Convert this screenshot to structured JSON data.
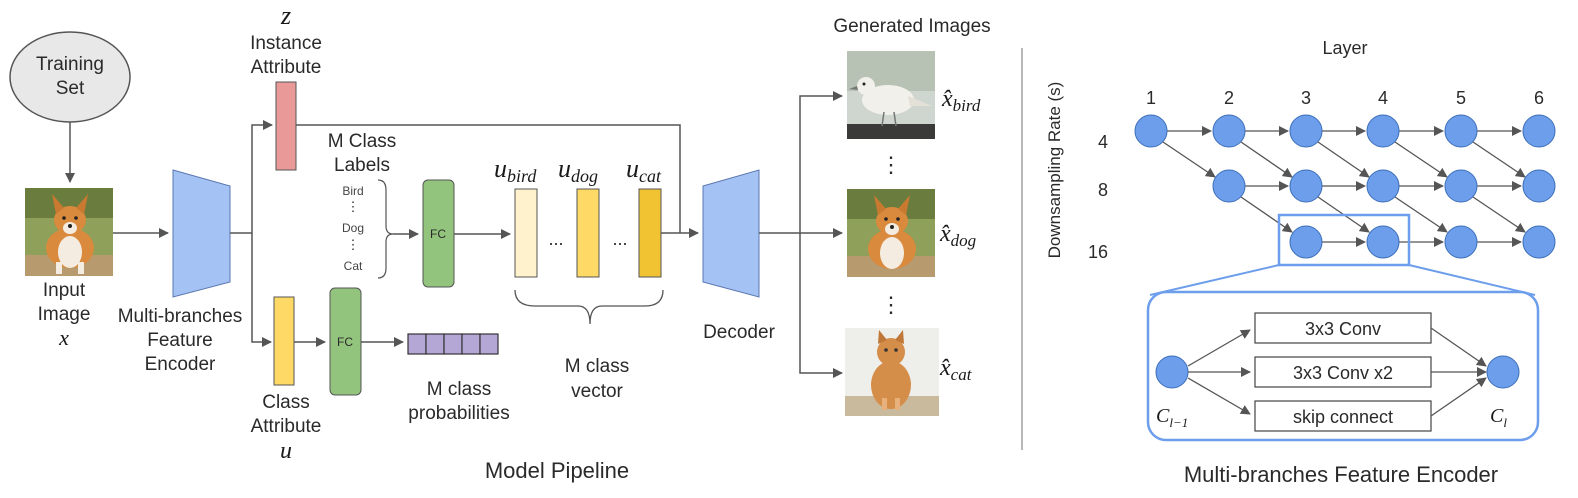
{
  "pipeline": {
    "training_set": [
      "Training",
      "Set"
    ],
    "input_label": [
      "Input",
      "Image"
    ],
    "input_var": "x",
    "encoder_label": [
      "Multi-branches",
      "Feature",
      "Encoder"
    ],
    "z_var": "z",
    "instance_attr": [
      "Instance",
      "Attribute"
    ],
    "class_labels_title": [
      "M Class",
      "Labels"
    ],
    "class_list": [
      "Bird",
      "Dog",
      "Cat"
    ],
    "fc_top": "FC",
    "fc_bottom": "FC",
    "u_vectors": [
      "u_bird",
      "u_dog",
      "u_cat"
    ],
    "ellipsis": "...",
    "class_vector_label": [
      "M class",
      "vector"
    ],
    "class_attr_label": [
      "Class",
      "Attribute"
    ],
    "u_var": "u",
    "probs_label": [
      "M class",
      "probabilities"
    ],
    "decoder_label": "Decoder",
    "generated_title": "Generated Images",
    "outputs": [
      "x̂_bird",
      "x̂_dog",
      "x̂_cat"
    ],
    "vdots": "⋮",
    "title": "Model Pipeline"
  },
  "encoder": {
    "layer_title": "Layer",
    "layers": [
      "1",
      "2",
      "3",
      "4",
      "5",
      "6"
    ],
    "y_axis_label": "Downsampling Rate (s)",
    "rates": [
      "4",
      "8",
      "16"
    ],
    "branches": [
      "3x3 Conv",
      "3x3 Conv x2",
      "skip connect"
    ],
    "c_in": "C_l-1",
    "c_out": "C_l",
    "title": "Multi-branches Feature Encoder"
  },
  "colors": {
    "node": "#6a9ee8",
    "trapezoid": "#a4c2f4",
    "instance_bar": "#ea9999",
    "fc": "#93c47d",
    "class_attr": "#ffd966",
    "probs": "#b4a7d6",
    "highlight": "#6d9eeb"
  }
}
